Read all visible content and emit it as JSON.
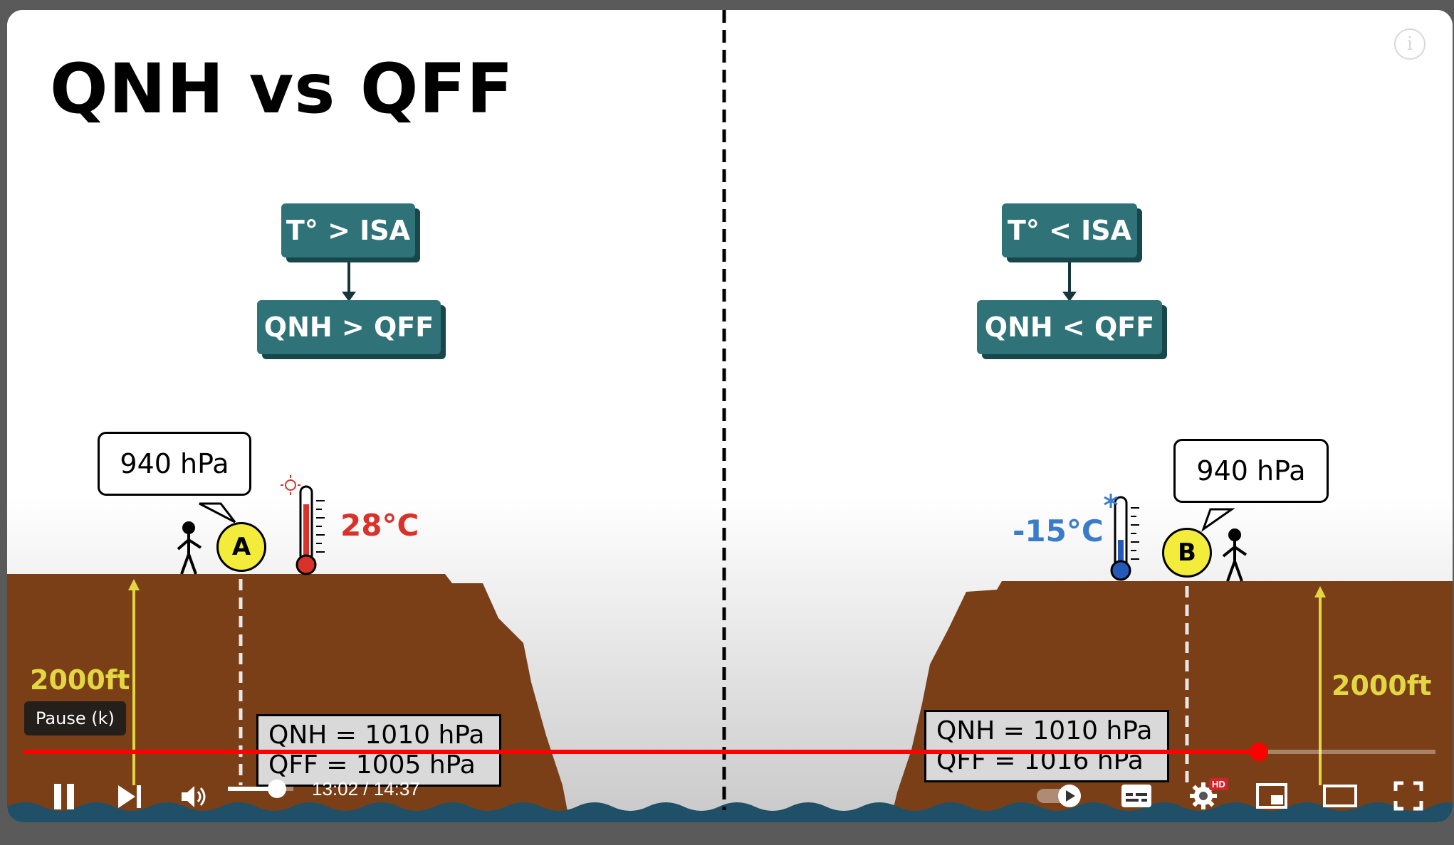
{
  "video": {
    "title": "QNH vs QFF",
    "left": {
      "condition": "T° > ISA",
      "result": "QNH > QFF",
      "pressure_bubble": "940 hPa",
      "station": "A",
      "temperature": "28°C",
      "altitude": "2000ft",
      "qnh": "QNH = 1010 hPa",
      "qff": "QFF = 1005 hPa"
    },
    "right": {
      "condition": "T° < ISA",
      "result": "QNH < QFF",
      "pressure_bubble": "940 hPa",
      "station": "B",
      "temperature": "-15°C",
      "altitude": "2000ft",
      "qnh": "QNH = 1010 hPa",
      "qff": "QFF = 1016 hPa"
    }
  },
  "colors": {
    "box_teal": "#2f7378",
    "ground": "#7a3f17",
    "water": "#1f5068",
    "warm_text": "#d8322b",
    "cold_text": "#3a7cc8",
    "altitude_text": "#e2d743",
    "progress": "#ff0000"
  },
  "player": {
    "tooltip": "Pause (k)",
    "time_display": "13:02 / 14:37",
    "progress_fraction": 0.875,
    "volume_fraction": 0.75,
    "hd_badge": "HD",
    "info_icon": "i",
    "icons": [
      "pause-icon",
      "next-icon",
      "volume-icon",
      "autoplay-toggle-icon",
      "subtitles-icon",
      "settings-icon",
      "miniplayer-icon",
      "theater-mode-icon",
      "fullscreen-icon"
    ]
  }
}
